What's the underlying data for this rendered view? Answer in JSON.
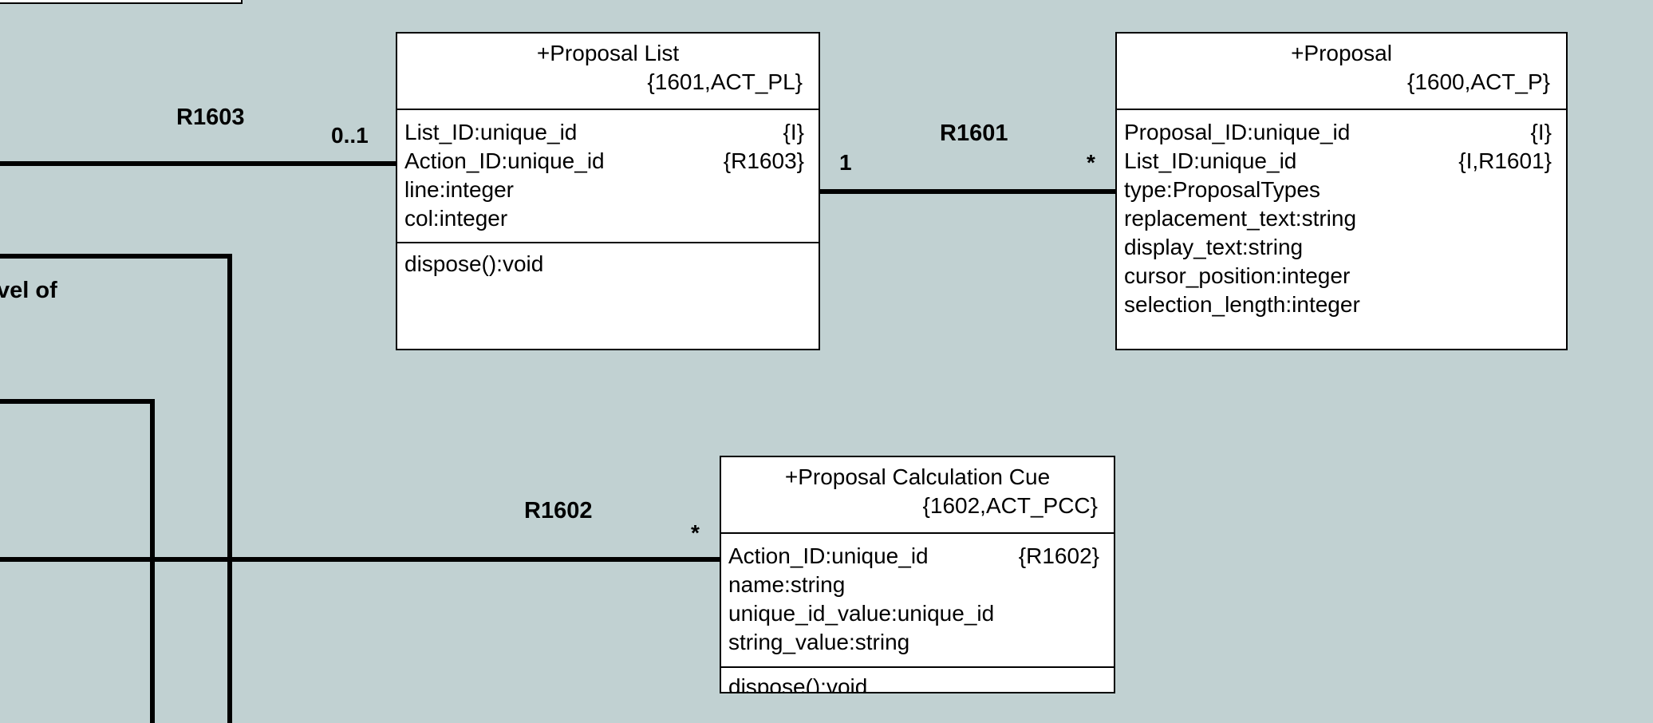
{
  "classes": {
    "proposal_list": {
      "name": "+Proposal List",
      "keys": "{1601,ACT_PL}",
      "attributes": [
        {
          "text": "List_ID:unique_id",
          "ref": "{I}"
        },
        {
          "text": "Action_ID:unique_id",
          "ref": "{R1603}"
        },
        {
          "text": "line:integer",
          "ref": ""
        },
        {
          "text": "col:integer",
          "ref": ""
        }
      ],
      "operations": [
        "dispose():void"
      ]
    },
    "proposal": {
      "name": "+Proposal",
      "keys": "{1600,ACT_P}",
      "attributes": [
        {
          "text": "Proposal_ID:unique_id",
          "ref": "{I}"
        },
        {
          "text": "List_ID:unique_id",
          "ref": "{I,R1601}"
        },
        {
          "text": "type:ProposalTypes",
          "ref": ""
        },
        {
          "text": "replacement_text:string",
          "ref": ""
        },
        {
          "text": "display_text:string",
          "ref": ""
        },
        {
          "text": "cursor_position:integer",
          "ref": ""
        },
        {
          "text": "selection_length:integer",
          "ref": ""
        }
      ],
      "operations": []
    },
    "proposal_calculation_cue": {
      "name": "+Proposal Calculation Cue",
      "keys": "{1602,ACT_PCC}",
      "attributes": [
        {
          "text": "Action_ID:unique_id",
          "ref": "{R1602}"
        },
        {
          "text": "name:string",
          "ref": ""
        },
        {
          "text": "unique_id_value:unique_id",
          "ref": ""
        },
        {
          "text": "string_value:string",
          "ref": ""
        }
      ],
      "operations": [
        "dispose():void"
      ]
    }
  },
  "associations": {
    "r1603": {
      "label": "R1603",
      "mult": "0..1"
    },
    "r1601": {
      "label": "R1601",
      "mult_left": "1",
      "mult_right": "*"
    },
    "r1602": {
      "label": "R1602",
      "mult": "*"
    }
  },
  "partial_text": {
    "left_fragment": "vel of"
  }
}
